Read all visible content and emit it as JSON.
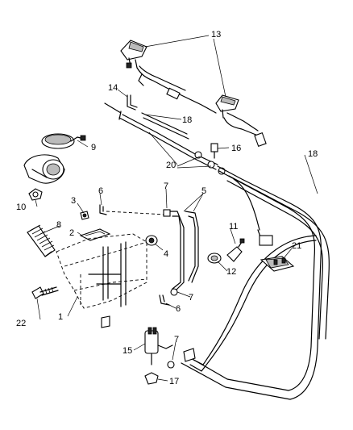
{
  "callouts": {
    "c1": "1",
    "c2": "2",
    "c3": "3",
    "c4": "4",
    "c5": "5",
    "c6a": "6",
    "c6b": "6",
    "c7a": "7",
    "c7b": "7",
    "c7c": "7",
    "c8": "8",
    "c9": "9",
    "c10": "10",
    "c11": "11",
    "c12": "12",
    "c13": "13",
    "c14": "14",
    "c15": "15",
    "c16": "16",
    "c17": "17",
    "c18a": "18",
    "c18b": "18",
    "c20": "20",
    "c21": "21",
    "c22": "22"
  }
}
